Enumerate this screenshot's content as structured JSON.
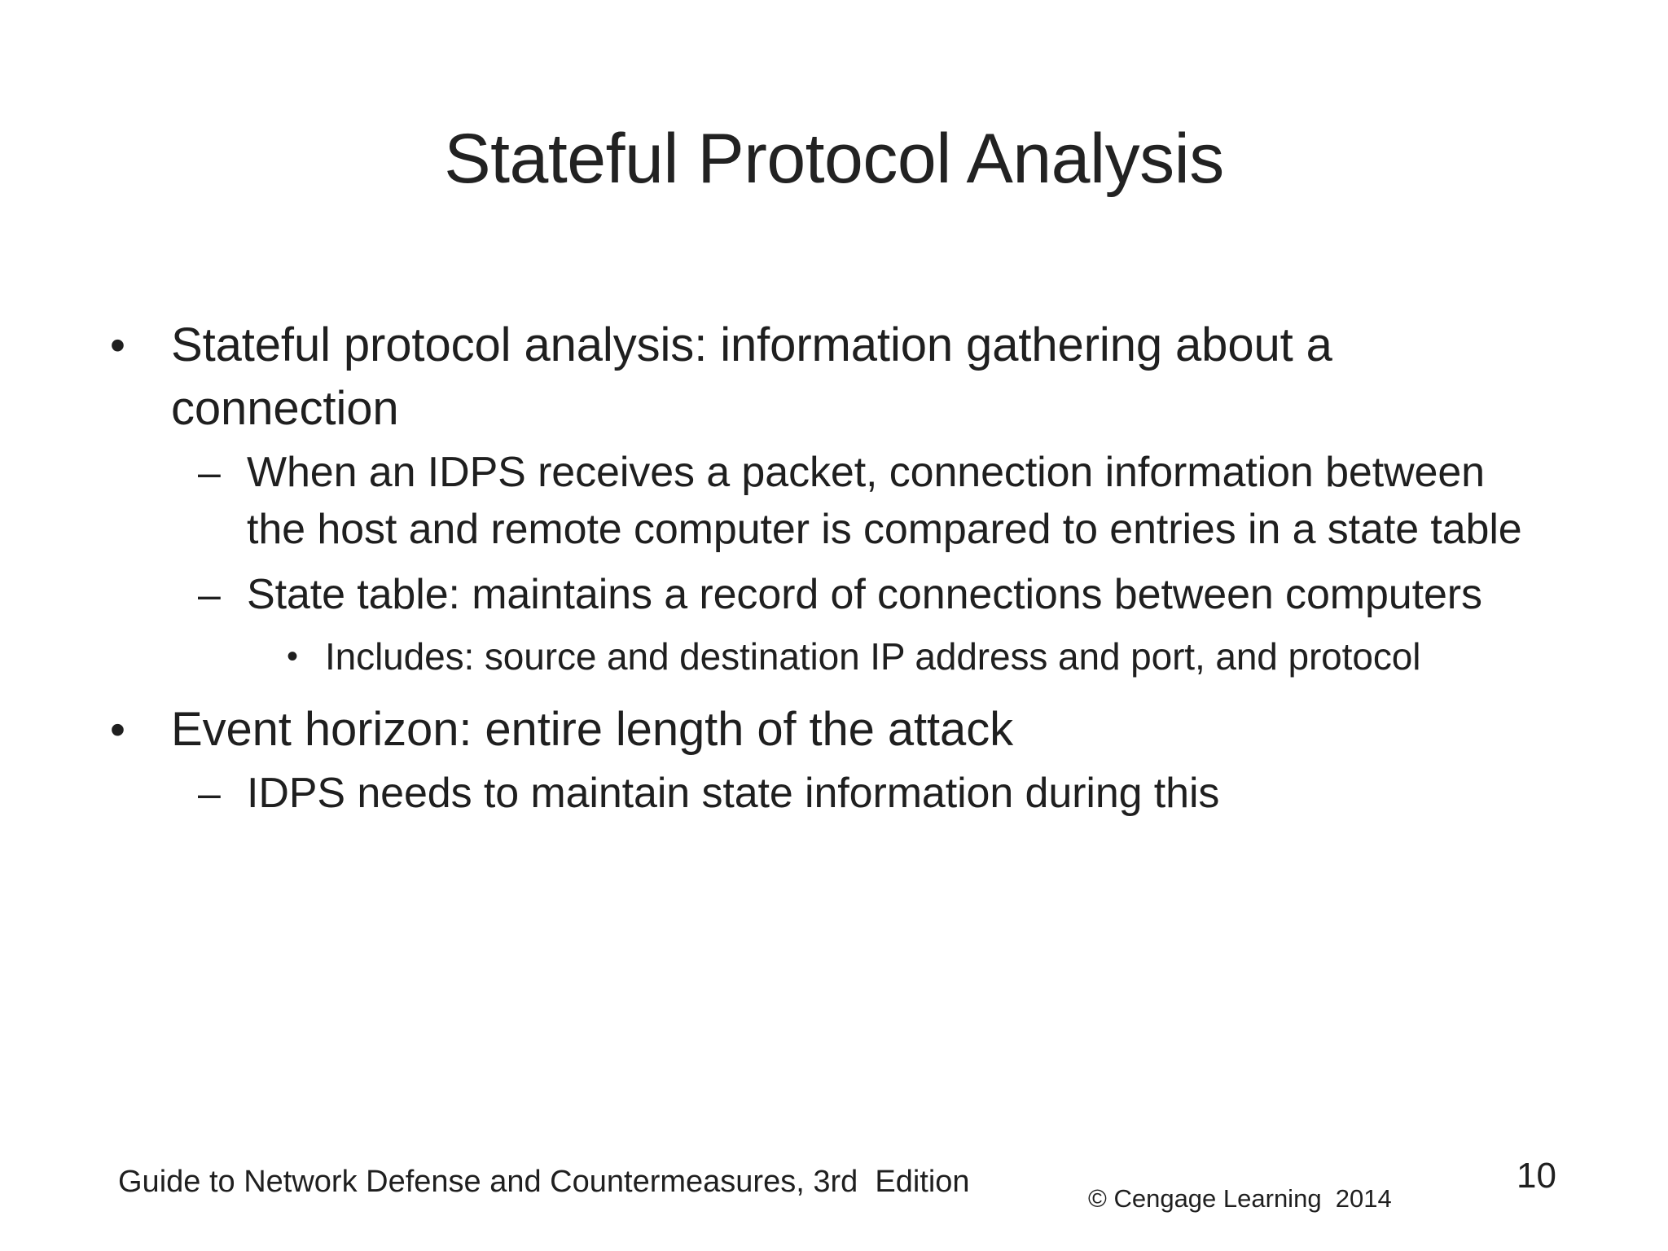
{
  "slide": {
    "title": "Stateful Protocol Analysis",
    "background_color": "#ffffff",
    "text_color": "#1f1f1f",
    "bullets": [
      {
        "level": 1,
        "marker": "•",
        "text": "Stateful protocol analysis: information gathering about a connection"
      },
      {
        "level": 2,
        "marker": "–",
        "text": "When an IDPS receives a packet, connection information between the host and remote computer is compared to entries in a state table"
      },
      {
        "level": 2,
        "marker": "–",
        "text": "State table: maintains a record of connections between computers"
      },
      {
        "level": 3,
        "marker": "•",
        "text": "Includes: source and destination IP address and port, and protocol"
      },
      {
        "level": 1,
        "marker": "•",
        "text": "Event horizon: entire length of the attack"
      },
      {
        "level": 2,
        "marker": "–",
        "text": "IDPS needs to maintain state information during this"
      }
    ]
  },
  "footer": {
    "source": "Guide to Network Defense and Countermeasures, 3rd  Edition",
    "copyright": "© Cengage Learning  2014",
    "page_number": "10"
  }
}
